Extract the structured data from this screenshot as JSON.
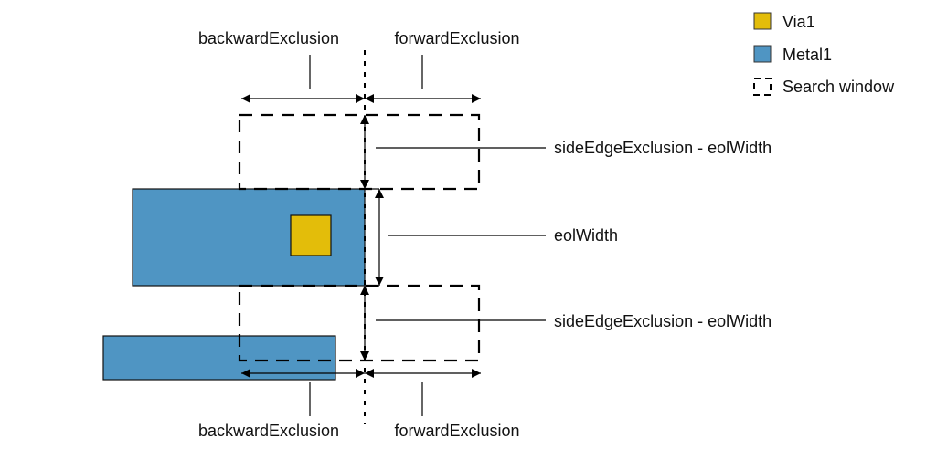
{
  "legend": {
    "items": [
      {
        "label": "Via1",
        "kind": "fill",
        "color": "#e3bd0a"
      },
      {
        "label": "Metal1",
        "kind": "fill",
        "color": "#4f95c3"
      },
      {
        "label": "Search window",
        "kind": "dashed"
      }
    ]
  },
  "labels": {
    "top_backward": "backwardExclusion",
    "top_forward": "forwardExclusion",
    "bottom_backward": "backwardExclusion",
    "bottom_forward": "forwardExclusion",
    "side_top": "sideEdgeExclusion - eolWidth",
    "eol": "eolWidth",
    "side_bottom": "sideEdgeExclusion - eolWidth"
  },
  "colors": {
    "via": "#e3bd0a",
    "metal": "#4f95c3",
    "line": "#000000"
  }
}
